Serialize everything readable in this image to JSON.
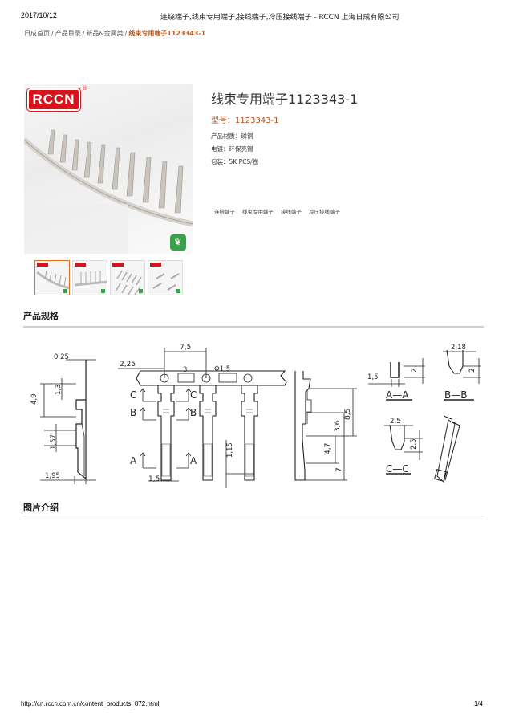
{
  "header": {
    "date": "2017/10/12",
    "page_title": "连绕端子,线束专用端子,接线端子,冷压接线端子 - RCCN 上海日成有限公司"
  },
  "breadcrumb": {
    "items": [
      "日成首页",
      "产品目录",
      "新品&金属类"
    ],
    "separator": "/",
    "current": "线束专用端子1123343-1"
  },
  "gallery": {
    "logo_text": "RCCN",
    "registered_mark": "®",
    "badge_icon": "leaf-icon",
    "thumbnails": [
      {
        "label": "thumb-1",
        "active": true
      },
      {
        "label": "thumb-2",
        "active": false
      },
      {
        "label": "thumb-3",
        "active": false
      },
      {
        "label": "thumb-4",
        "active": false
      }
    ]
  },
  "product": {
    "title": "线束专用端子1123343-1",
    "model_label": "型号：",
    "model_value": "1123343-1",
    "attributes": [
      {
        "label": "产品材质：",
        "value": "磷铜"
      },
      {
        "label": "电镀：",
        "value": "环保亮锡"
      },
      {
        "label": "包装：",
        "value": "5K  PCS/卷"
      }
    ],
    "tags": [
      "连绕端子",
      "线束专用端子",
      "接线端子",
      "冷压接线端子"
    ]
  },
  "sections": {
    "spec_title": "产品规格",
    "intro_title": "图片介绍"
  },
  "drawing": {
    "dims": {
      "d025": "0,25",
      "d13": "1,3",
      "d49": "4,9",
      "d157": "1,57",
      "d195": "1,95",
      "d225": "2,25",
      "d75": "7,5",
      "d3": "3",
      "phi15": "Φ1,5",
      "d15": "1,5",
      "d115": "1,15",
      "d85": "8,5",
      "d36": "3,6",
      "d47": "4,7",
      "d7": "7",
      "aa_15": "1,5",
      "aa_2": "2",
      "bb_218": "2,18",
      "bb_2": "2",
      "cc_25w": "2,5",
      "cc_25h": "2,5"
    },
    "section_labels": {
      "a": "A",
      "b": "B",
      "c": "C",
      "aa": "A—A",
      "bb": "B—B",
      "cc": "C—C"
    }
  },
  "footer": {
    "url": "http://cn.rccn.com.cn/content_products_872.html",
    "page": "1/4"
  }
}
